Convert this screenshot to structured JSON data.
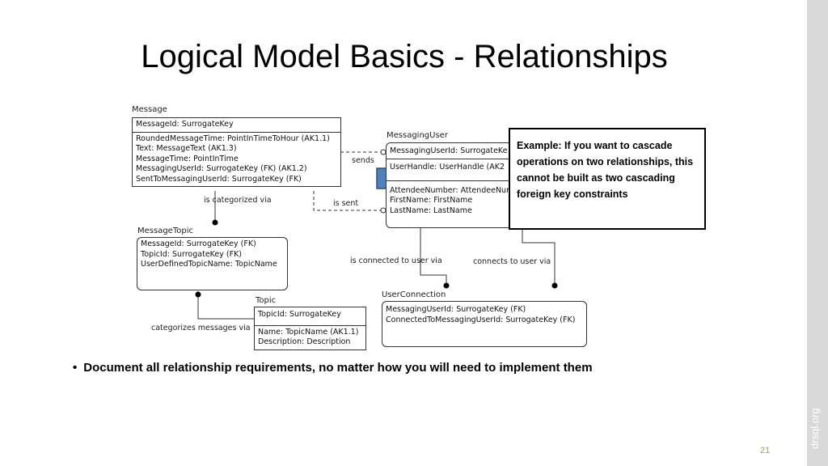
{
  "slide": {
    "title": "Logical Model Basics - Relationships",
    "bullet": "Document all relationship requirements, no matter how you will need to implement them",
    "page_number": "21",
    "sidebar_text": "drsql.org"
  },
  "callout": {
    "text": "Example: If you want to cascade operations on two relationships, this cannot be built as two cascading foreign key constraints"
  },
  "entities": {
    "message": {
      "name": "Message",
      "key": [
        "MessageId: SurrogateKey"
      ],
      "attrs": [
        "RoundedMessageTime: PointInTimeToHour (AK1.1)",
        "Text: MessageText (AK1.3)",
        "MessageTime: PointInTime",
        "MessagingUserId: SurrogateKey (FK) (AK1.2)",
        "SentToMessagingUserId: SurrogateKey (FK)"
      ]
    },
    "messaging_user": {
      "name": "MessagingUser",
      "key": [
        "MessagingUserId: SurrogateKe"
      ],
      "alt": [
        "UserHandle: UserHandle (AK2"
      ],
      "attrs": [
        "AttendeeNumber: AttendeeNur",
        "FirstName: FirstName",
        "LastName: LastName"
      ]
    },
    "message_topic": {
      "name": "MessageTopic",
      "key": [
        "MessageId: SurrogateKey (FK)",
        "TopicId: SurrogateKey (FK)",
        "UserDefinedTopicName: TopicName"
      ],
      "attrs": []
    },
    "topic": {
      "name": "Topic",
      "key": [
        "TopicId: SurrogateKey"
      ],
      "attrs": [
        "Name: TopicName (AK1.1)",
        "Description: Description"
      ]
    },
    "user_connection": {
      "name": "UserConnection",
      "key": [
        "MessagingUserId: SurrogateKey (FK)",
        "ConnectedToMessagingUserId: SurrogateKey (FK)"
      ],
      "attrs": []
    }
  },
  "relationships": {
    "sends": "sends",
    "is_sent": "is sent",
    "is_categorized_via": "is categorized via",
    "categorizes_messages_via": "categorizes messages via",
    "is_connected_to_user_via": "is connected to user via",
    "connects_to_user_via": "connects to user via"
  },
  "colors": {
    "arrow_fill": "#4f81bd",
    "arrow_stroke": "#2c4d75",
    "sidebar": "#d9d9d9",
    "page_number": "#c0a020"
  }
}
